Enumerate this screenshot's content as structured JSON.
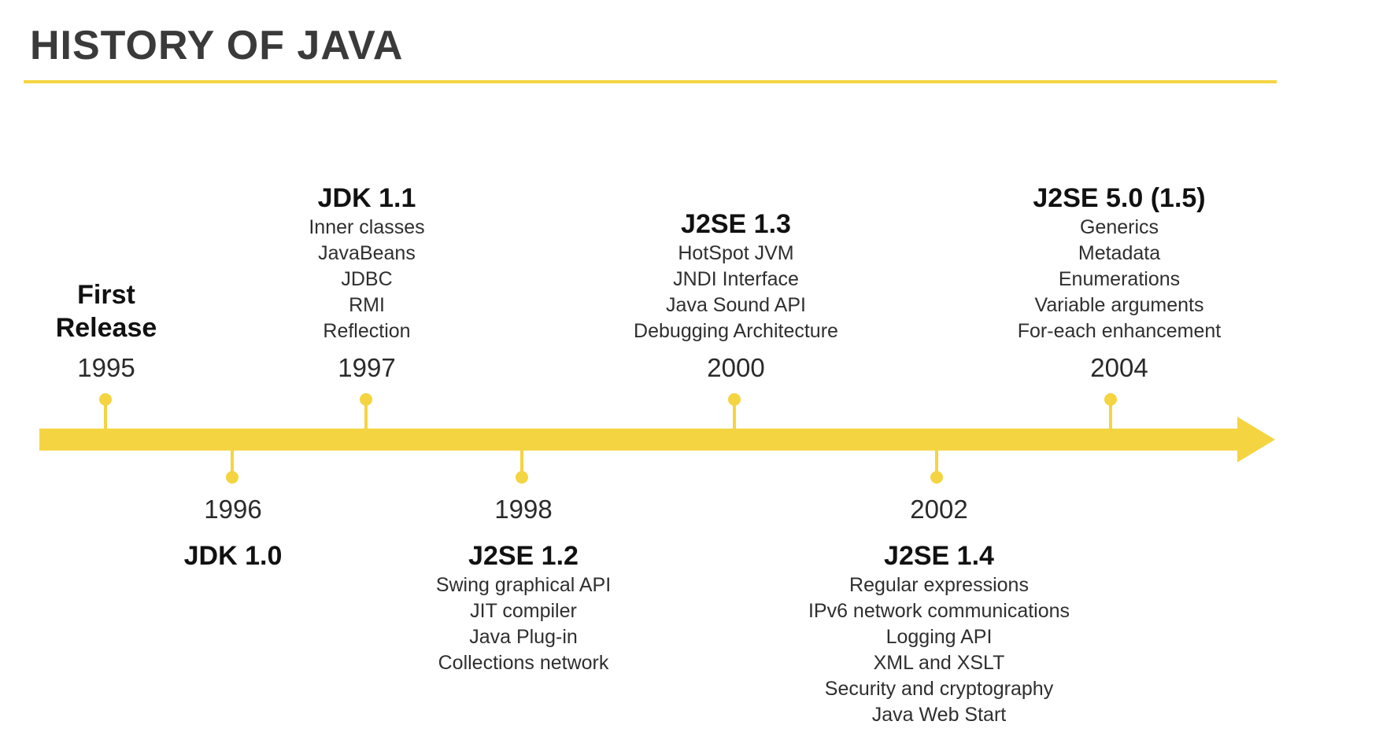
{
  "page": {
    "title": "HISTORY OF JAVA"
  },
  "colors": {
    "accent": "#F5D442",
    "title": "#3a3a3a",
    "text": "#2b2b2b"
  },
  "timeline": {
    "events": [
      {
        "year": "1995",
        "name": "First Release",
        "name_lines": [
          "First",
          "Release"
        ],
        "features": [],
        "side": "above"
      },
      {
        "year": "1996",
        "name": "JDK 1.0",
        "features": [],
        "side": "below"
      },
      {
        "year": "1997",
        "name": "JDK 1.1",
        "features": [
          "Inner classes",
          "JavaBeans",
          "JDBC",
          "RMI",
          "Reflection"
        ],
        "side": "above"
      },
      {
        "year": "1998",
        "name": "J2SE 1.2",
        "features": [
          "Swing graphical API",
          "JIT compiler",
          "Java Plug-in",
          "Collections network"
        ],
        "side": "below"
      },
      {
        "year": "2000",
        "name": "J2SE 1.3",
        "features": [
          "HotSpot JVM",
          "JNDI Interface",
          "Java Sound API",
          "Debugging Architecture"
        ],
        "side": "above"
      },
      {
        "year": "2002",
        "name": "J2SE 1.4",
        "features": [
          "Regular expressions",
          "IPv6 network communications",
          "Logging API",
          "XML and XSLT",
          "Security and cryptography",
          "Java Web Start"
        ],
        "side": "below"
      },
      {
        "year": "2004",
        "name": "J2SE 5.0 (1.5)",
        "features": [
          "Generics",
          "Metadata",
          "Enumerations",
          "Variable arguments",
          "For-each enhancement"
        ],
        "side": "above"
      }
    ]
  }
}
